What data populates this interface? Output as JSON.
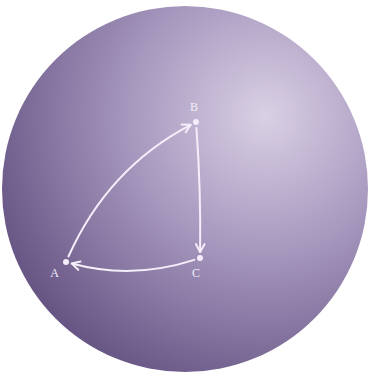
{
  "diagram": {
    "nodes": [
      {
        "text": [
          "A"
        ]
      },
      {
        "text": [
          "B"
        ]
      },
      {
        "text": [
          "C"
        ]
      }
    ],
    "edges": [
      {
        "from": 0,
        "to": 1,
        "arrow": "to"
      },
      {
        "from": 1,
        "to": 2,
        "arrow": "to"
      },
      {
        "from": 2,
        "to": 0,
        "arrow": "to"
      }
    ]
  }
}
